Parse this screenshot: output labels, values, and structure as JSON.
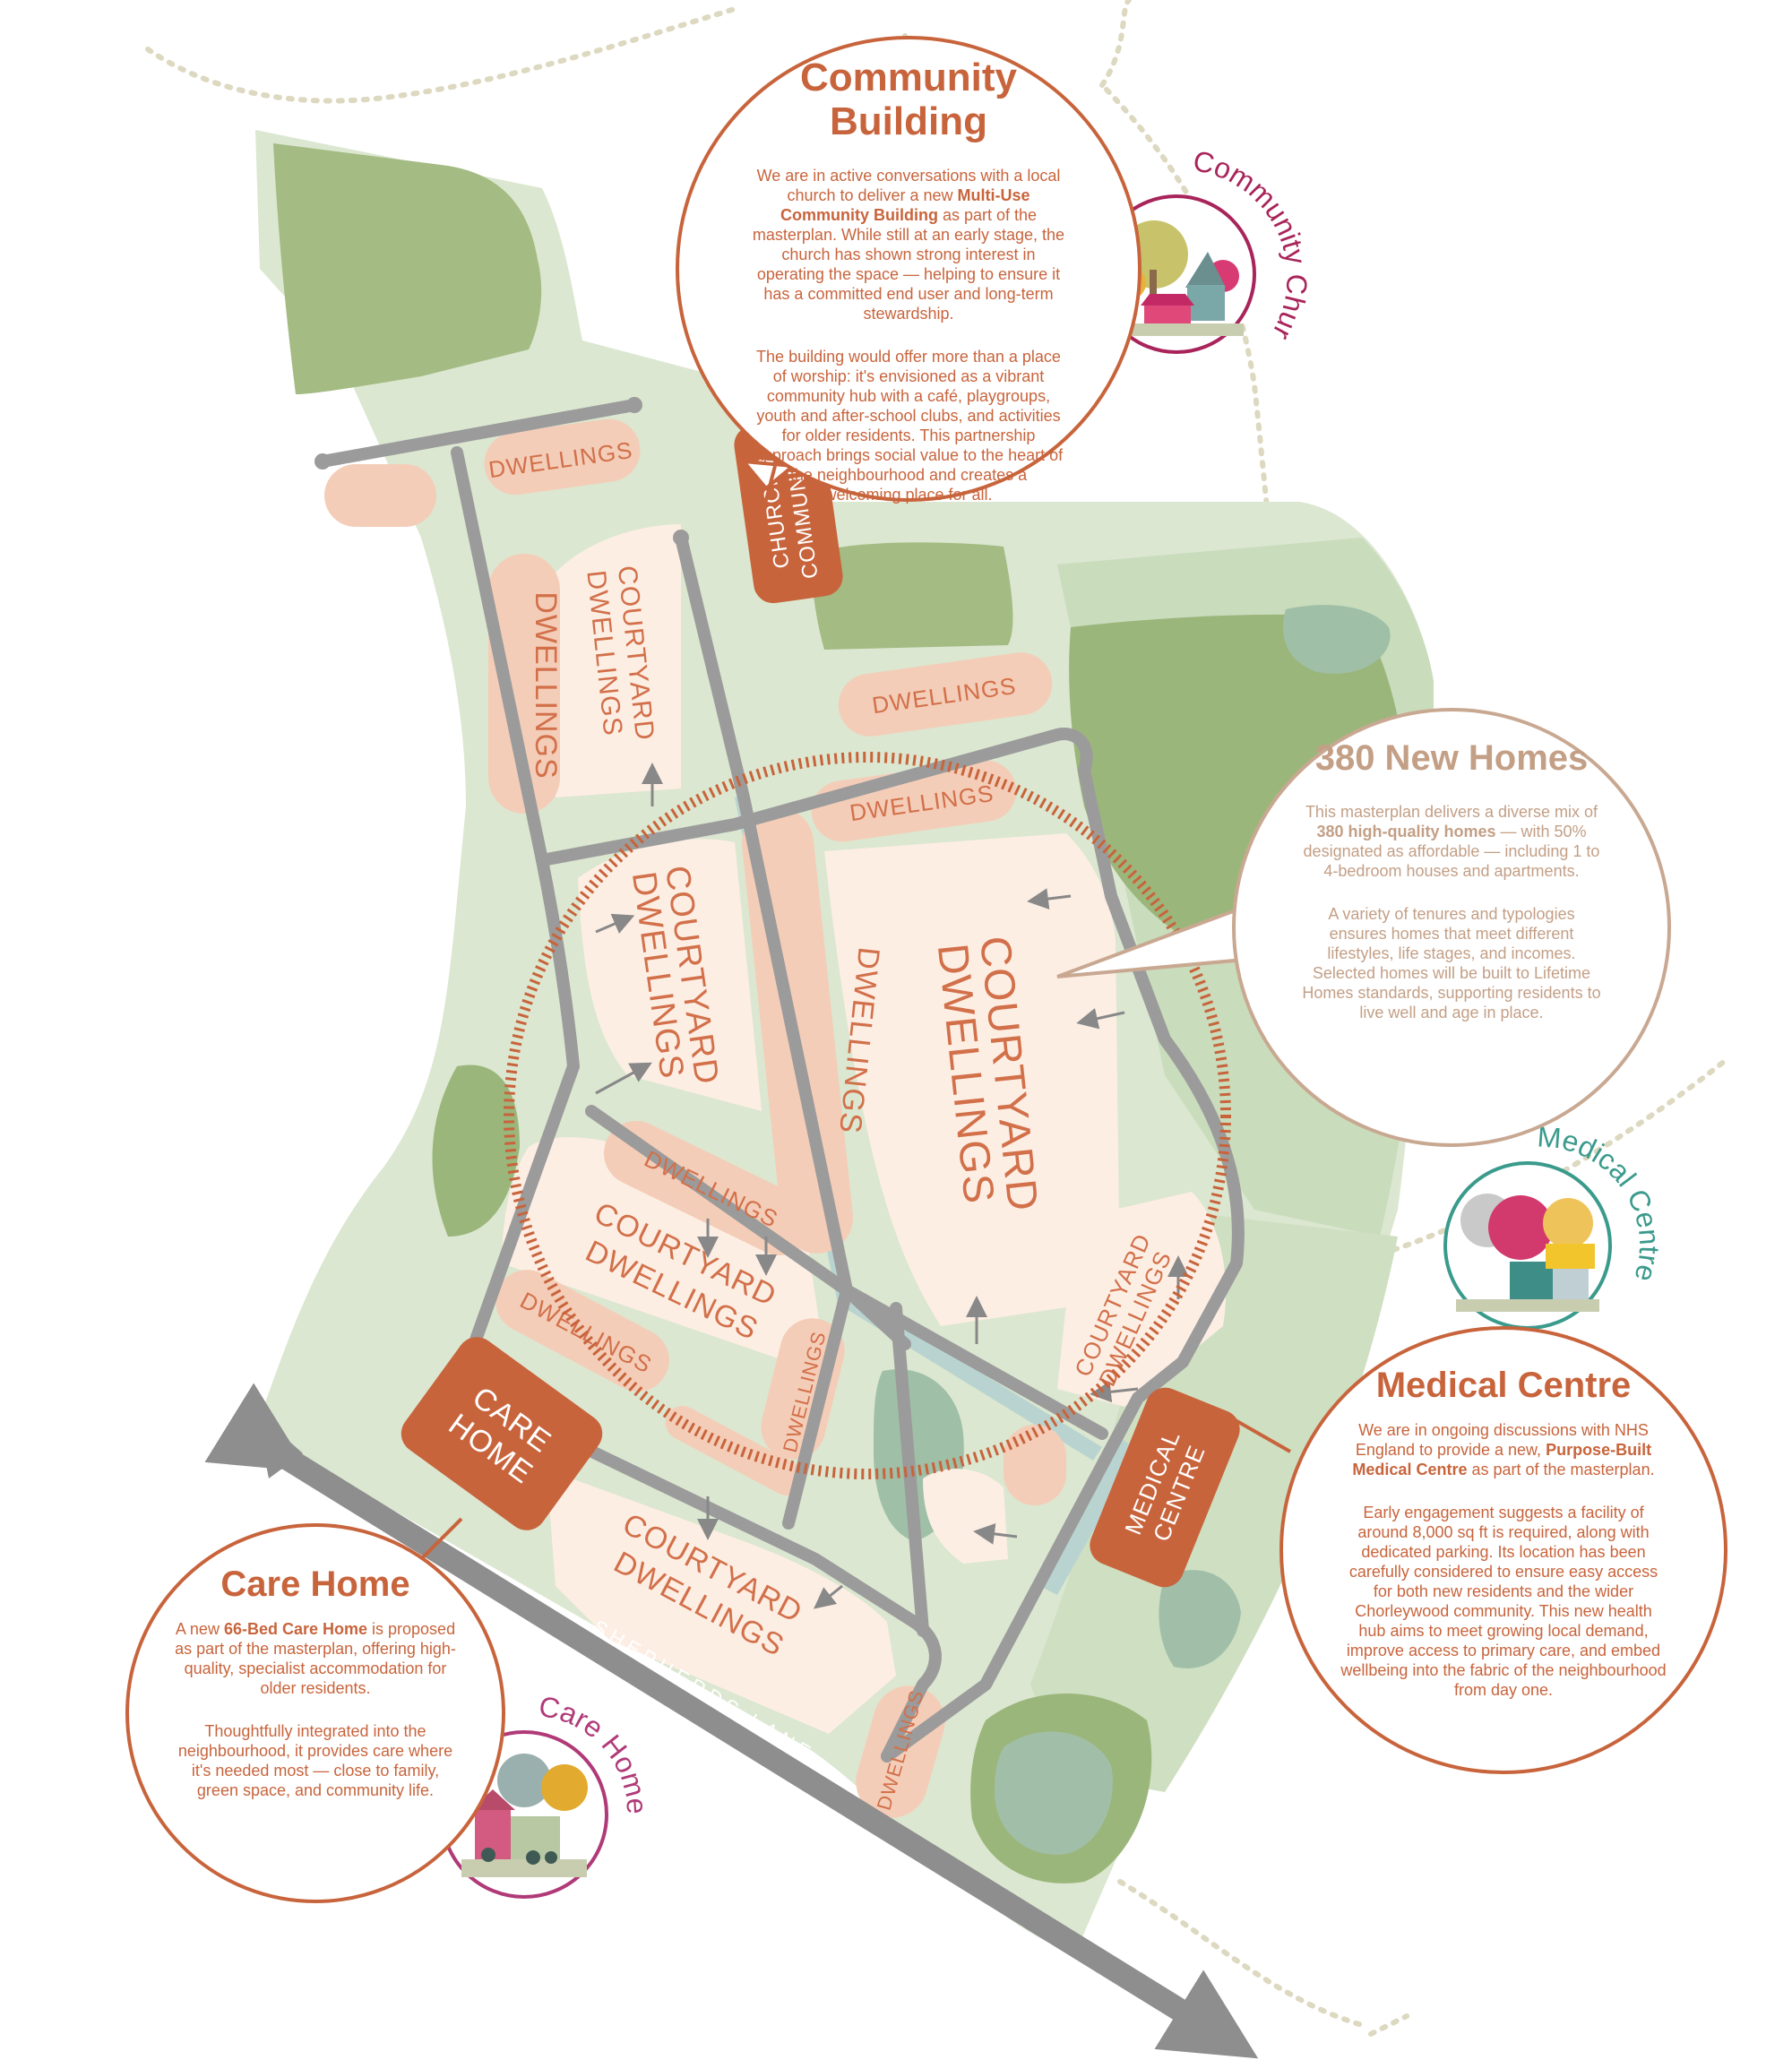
{
  "map_labels": {
    "dwellings": "DWELLINGS",
    "courtyard": "COURTYARD",
    "church_community_1": "CHURCH /",
    "church_community_2": "COMMUNITY",
    "care_home_1": "CARE",
    "care_home_2": "HOME",
    "medical_centre_1": "MEDICAL",
    "medical_centre_2": "CENTRE",
    "road_name": "SHEPHERDS LANE"
  },
  "community_building": {
    "title_line1": "Community",
    "title_line2": "Building",
    "p1_before": "We are in active conversations with a local church to deliver a new ",
    "p1_bold": "Multi-Use Community Building",
    "p1_after": " as part of the masterplan. While still at an early stage, the church has shown strong interest in operating the space — helping to ensure it has a committed end user and long-term stewardship.",
    "p2": "The building would offer more than a place of worship: it's envisioned as a vibrant community hub with a café, playgroups, youth and after-school clubs, and activities for older residents. This partnership approach brings social value to the heart of the neighbourhood and creates a welcoming place for all.",
    "badge_label": "Community Church"
  },
  "new_homes": {
    "title": "380 New Homes",
    "p1_before": "This masterplan delivers a diverse mix of ",
    "p1_bold": "380 high-quality homes",
    "p1_after": " — with 50% designated as affordable — including 1 to 4-bedroom houses and apartments.",
    "p2": "A variety of tenures and typologies ensures homes that meet different lifestyles, life stages, and incomes. Selected homes will be built to Lifetime Homes standards, supporting residents to live well and age in place."
  },
  "medical_centre": {
    "title": "Medical Centre",
    "p1_before": "We are in ongoing discussions with NHS England to provide a new, ",
    "p1_bold": "Purpose-Built Medical Centre",
    "p1_after": " as part of the masterplan.",
    "p2": "Early engagement suggests a facility of around 8,000 sq ft is required, along with dedicated parking. Its location has been carefully considered to ensure easy access for both new residents and the wider Chorleywood community. This new health hub aims to meet growing local demand, improve access to primary care, and embed wellbeing into the fabric of the neighbourhood from day one.",
    "badge_label": "Medical Centre"
  },
  "care_home": {
    "title": "Care Home",
    "p1_before": "A new ",
    "p1_bold": "66-Bed Care Home",
    "p1_after": " is proposed as part of the masterplan, offering high-quality, specialist accommodation for older residents.",
    "p2": "Thoughtfully integrated into the neighbourhood, it provides care where it's needed most — close to family, green space, and community life.",
    "badge_label": "Care Home"
  },
  "colors": {
    "accent": "#c8643c",
    "homes_callout": "#c39f86",
    "community_church": "#a8245a",
    "medical_centre_badge": "#3a9a8c",
    "care_home_badge": "#b03a78",
    "green_space": "#dae6cf",
    "field_green": "#a6bc85",
    "road": "#9b9b9b",
    "dwellings": "#f4cdb8",
    "courtyard": "#fdeee4"
  },
  "icons": [
    "community-church-illustration",
    "medical-centre-illustration",
    "care-home-illustration",
    "road-arrow-icon"
  ]
}
